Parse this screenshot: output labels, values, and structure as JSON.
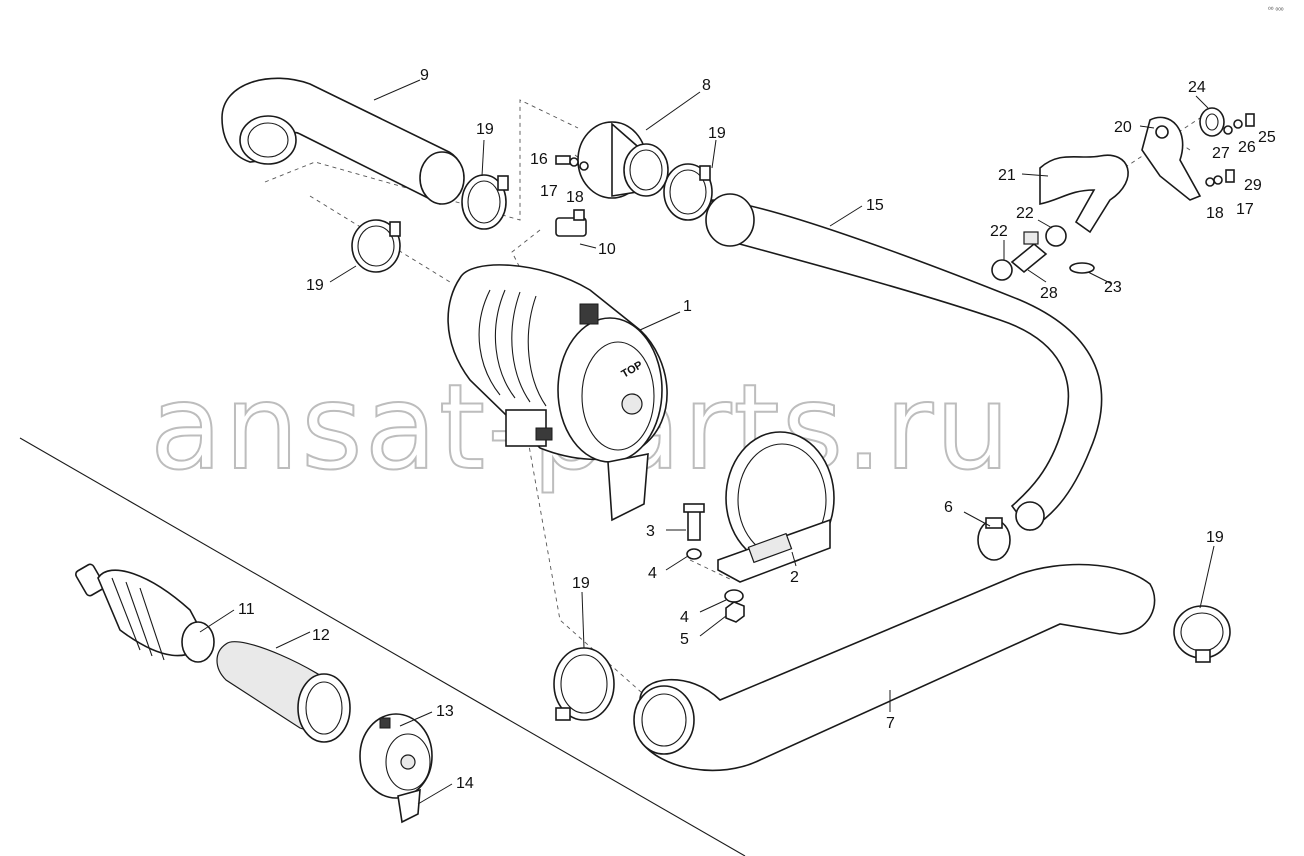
{
  "watermark": "ansat-parts.ru",
  "decal_top": "TOP",
  "corner_mark": "⁰⁰ ᵒᵒᵒ",
  "callouts": {
    "c1": "1",
    "c2": "2",
    "c3": "3",
    "c4a": "4",
    "c4b": "4",
    "c5": "5",
    "c6": "6",
    "c7": "7",
    "c8": "8",
    "c9": "9",
    "c10": "10",
    "c11": "11",
    "c12": "12",
    "c13": "13",
    "c14": "14",
    "c15": "15",
    "c16": "16",
    "c17a": "17",
    "c17b": "17",
    "c18a": "18",
    "c18b": "18",
    "c19a": "19",
    "c19b": "19",
    "c19c": "19",
    "c19d": "19",
    "c19e": "19",
    "c20": "20",
    "c21": "21",
    "c22a": "22",
    "c22b": "22",
    "c23": "23",
    "c24": "24",
    "c25": "25",
    "c26": "26",
    "c27": "27",
    "c28": "28",
    "c29": "29"
  }
}
